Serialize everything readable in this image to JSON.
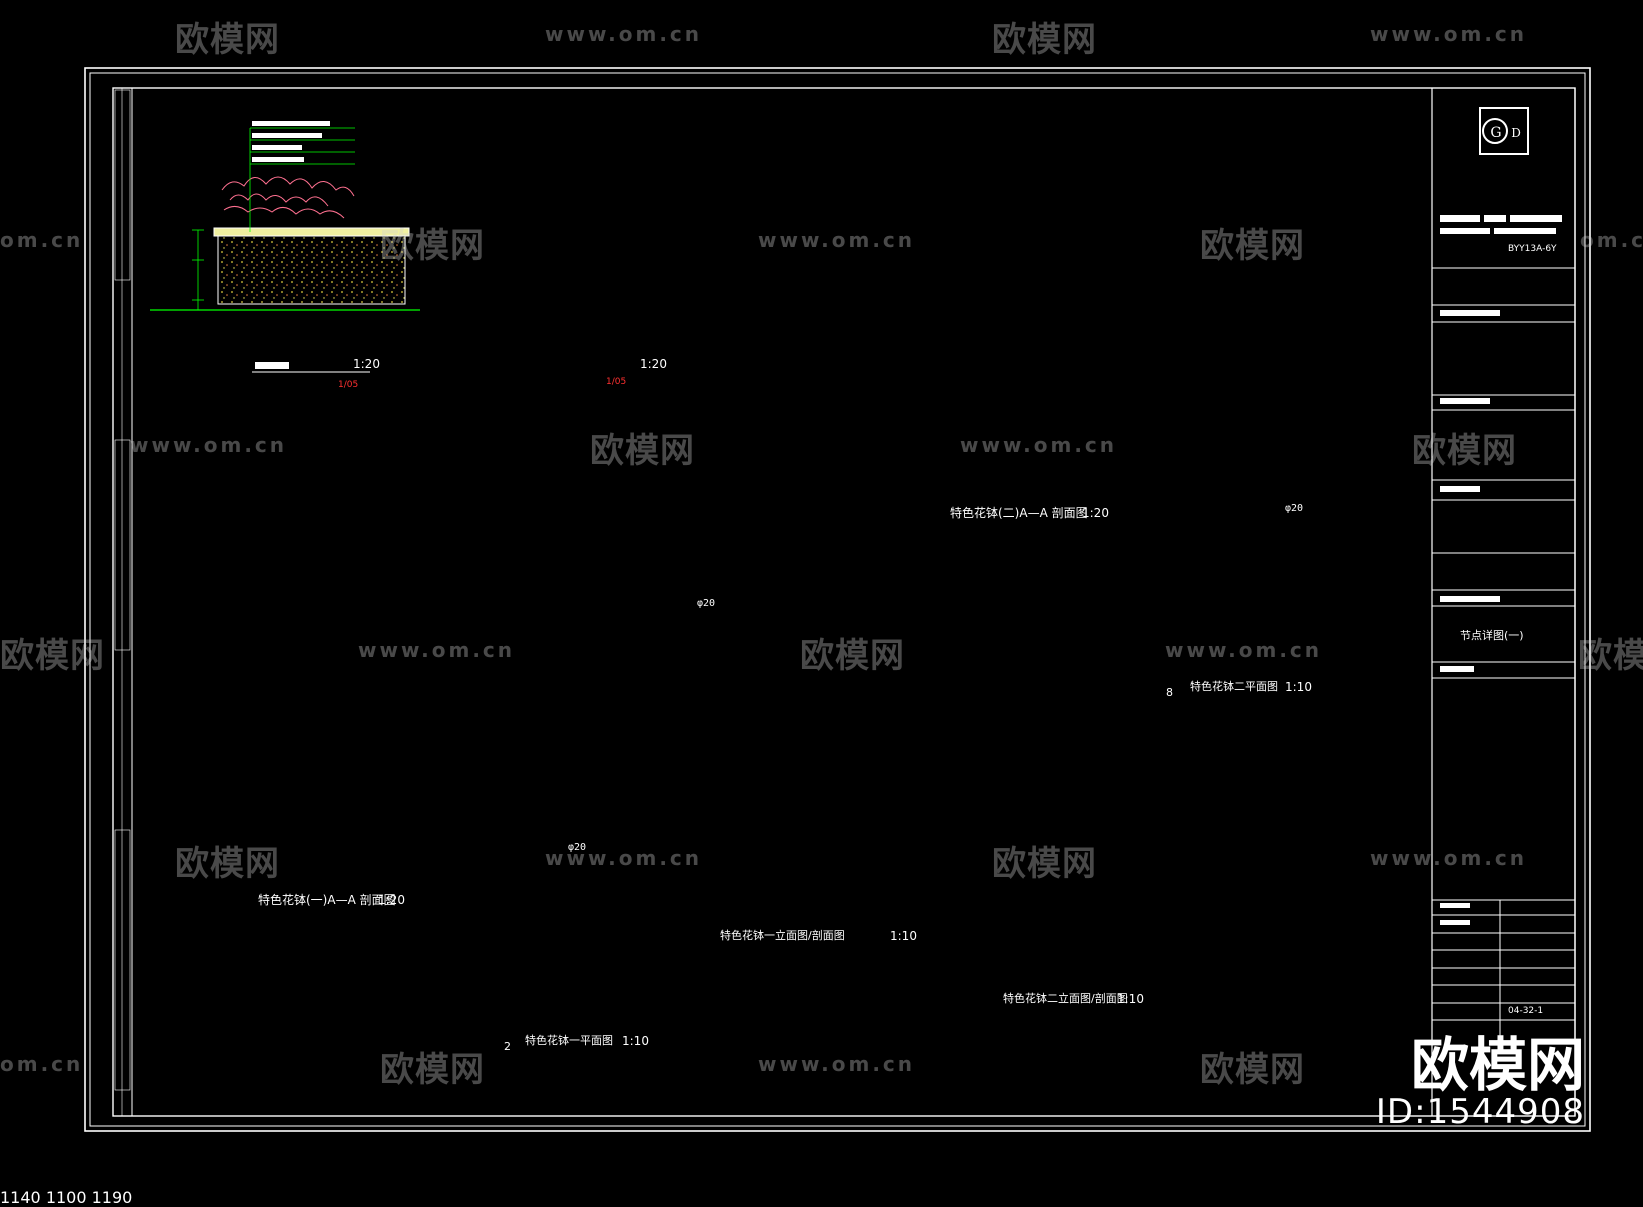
{
  "watermarks": {
    "logo_text": "欧模网",
    "url_text": "www.om.cn",
    "url_short": "om.cn"
  },
  "branding": {
    "logo": "欧模网",
    "id": "ID:1544908"
  },
  "drawings": {
    "plan_1_scale": "1:20",
    "plan_2_scale": "1:20",
    "section_b_title": "特色花钵(二)A—A 剖面图",
    "section_b_scale": "1:20",
    "section_a_title": "特色花钵(一)A—A 剖面图",
    "section_a_scale": "1:20",
    "fountain_1_elev_title": "特色花钵一立面图/剖面图",
    "fountain_1_elev_scale": "1:10",
    "fountain_1_plan_title": "特色花钵一平面图",
    "fountain_1_plan_scale": "1:10",
    "fountain_2_plan_title": "特色花钵二平面图",
    "fountain_2_plan_scale": "1:10",
    "fountain_2_elev_title": "特色花钵二立面图/剖面图",
    "fountain_2_elev_scale": "1:10",
    "callout_2": "2",
    "callout_8": "8",
    "diam_label": "φ20",
    "dim_1100": "1100",
    "dim_1140": "1140",
    "dim_1190": "1190"
  },
  "title_block": {
    "project_code": "BYY13A-6Y",
    "sheet_title": "节点详图(一)",
    "sheet_no": "04-32-1"
  },
  "colors": {
    "frame": "#ffffff",
    "green": "#00ff00",
    "red_hatch": "#c0202a",
    "yellow": "#ffff40",
    "cyan": "#00e0e0",
    "blue": "#3040ff",
    "pink": "#ff8090"
  }
}
